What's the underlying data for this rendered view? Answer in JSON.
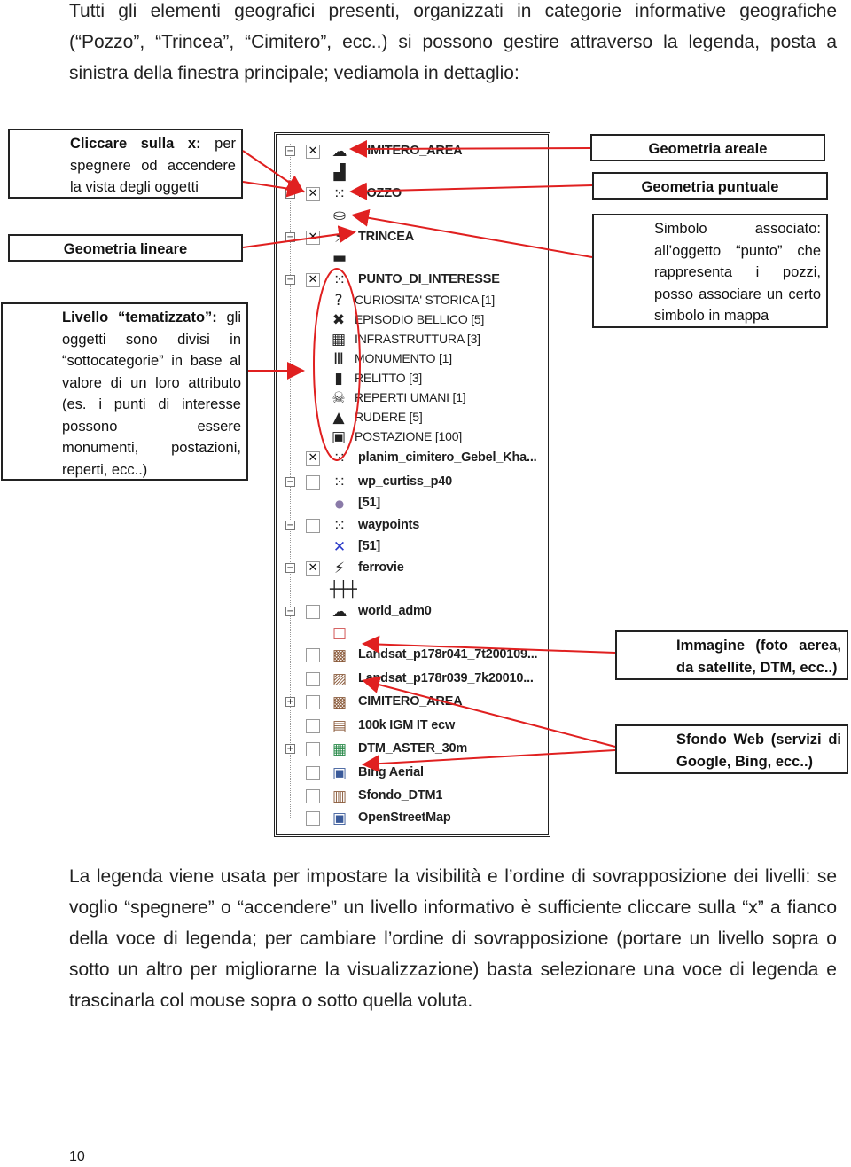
{
  "intro": "Tutti gli elementi geografici presenti, organizzati in categorie informative geografiche (“Pozzo”, “Trincea”, “Cimitero”, ecc..) si possono gestire attraverso la legenda, posta a sinistra della finestra principale; vediamola in dettaglio:",
  "callouts": {
    "toggle_bold": "Cliccare sulla x:",
    "toggle_rest": "per spegnere od accendere la vista degli oggetti",
    "linear": "Geometria lineare",
    "themed_bold": "Livello “tematizzato”:",
    "themed_rest": "gli oggetti sono divisi in “sottocategorie” in base al valore di un loro attributo (es. i punti di interesse possono essere monumenti, postazioni, reperti, ecc..)",
    "areal": "Geometria areale",
    "point": "Geometria puntuale",
    "symbol": "Simbolo associato: all’oggetto “punto” che rappresenta i pozzi, posso associare un certo simbolo in mappa",
    "image": "Immagine (foto aerea, da satellite, DTM, ecc..)",
    "web": "Sfondo Web (servizi di Google, Bing, ecc..)"
  },
  "legend": {
    "rows": [
      {
        "label": "CIMITERO_AREA",
        "icon": "polygon-icon",
        "glyph": "☁",
        "exp": "−",
        "chk": "✕",
        "sub": false
      },
      {
        "label": "",
        "icon": "area-symbol-icon",
        "glyph": "▟",
        "exp": "",
        "chk": "",
        "sub": false
      },
      {
        "label": "POZZO",
        "icon": "point-icon",
        "glyph": "⁙",
        "exp": "−",
        "chk": "✕",
        "sub": false
      },
      {
        "label": "",
        "icon": "well-symbol-icon",
        "glyph": "⛀",
        "exp": "",
        "chk": "",
        "sub": false
      },
      {
        "label": "TRINCEA",
        "icon": "line-icon",
        "glyph": "⚡",
        "exp": "−",
        "chk": "✕",
        "sub": false
      },
      {
        "label": "",
        "icon": "line-symbol-icon",
        "glyph": "▬",
        "exp": "",
        "chk": "",
        "sub": false
      },
      {
        "label": "PUNTO_DI_INTERESSE",
        "icon": "point-icon",
        "glyph": "⁙",
        "exp": "−",
        "chk": "✕",
        "sub": false
      },
      {
        "label": "CURIOSITA' STORICA [1]",
        "icon": "curiosity-icon",
        "glyph": "?",
        "exp": "",
        "chk": "",
        "sub": true
      },
      {
        "label": "EPISODIO BELLICO [5]",
        "icon": "battle-icon",
        "glyph": "✖",
        "exp": "",
        "chk": "",
        "sub": true
      },
      {
        "label": "INFRASTRUTTURA [3]",
        "icon": "building-icon",
        "glyph": "▦",
        "exp": "",
        "chk": "",
        "sub": true
      },
      {
        "label": "MONUMENTO [1]",
        "icon": "monument-icon",
        "glyph": "Ⅲ",
        "exp": "",
        "chk": "",
        "sub": true
      },
      {
        "label": "RELITTO [3]",
        "icon": "wreck-icon",
        "glyph": "▮",
        "exp": "",
        "chk": "",
        "sub": true
      },
      {
        "label": "REPERTI UMANI [1]",
        "icon": "remains-icon",
        "glyph": "☠",
        "exp": "",
        "chk": "",
        "sub": true
      },
      {
        "label": "RUDERE [5]",
        "icon": "ruin-icon",
        "glyph": "▲",
        "exp": "",
        "chk": "",
        "sub": true
      },
      {
        "label": "POSTAZIONE [100]",
        "icon": "position-icon",
        "glyph": "▣",
        "exp": "",
        "chk": "",
        "sub": true
      },
      {
        "label": "planim_cimitero_Gebel_Kha...",
        "icon": "point-icon",
        "glyph": "⁙",
        "exp": "",
        "chk": "✕",
        "sub": false
      },
      {
        "label": "wp_curtiss_p40",
        "icon": "point-icon",
        "glyph": "⁙",
        "exp": "−",
        "chk": "",
        "sub": false
      },
      {
        "label": "[51]",
        "icon": "circle-icon",
        "glyph": "●",
        "exp": "",
        "chk": "",
        "sub": false
      },
      {
        "label": "waypoints",
        "icon": "point-icon",
        "glyph": "⁙",
        "exp": "−",
        "chk": "",
        "sub": false
      },
      {
        "label": "[51]",
        "icon": "cross-icon",
        "glyph": "✕",
        "exp": "",
        "chk": "",
        "sub": false
      },
      {
        "label": "ferrovie",
        "icon": "line-icon",
        "glyph": "⚡",
        "exp": "−",
        "chk": "✕",
        "sub": false
      },
      {
        "label": "",
        "icon": "railway-icon",
        "glyph": "┼┼┼",
        "exp": "",
        "chk": "",
        "sub": false
      },
      {
        "label": "world_adm0",
        "icon": "polygon-icon",
        "glyph": "☁",
        "exp": "−",
        "chk": "",
        "sub": false
      },
      {
        "label": "",
        "icon": "empty-polygon-icon",
        "glyph": "□",
        "exp": "",
        "chk": "",
        "sub": false
      },
      {
        "label": "Landsat_p178r041_7t200109...",
        "icon": "raster-icon",
        "glyph": "▩",
        "exp": "",
        "chk": "",
        "sub": false
      },
      {
        "label": "Landsat_p178r039_7k20010...",
        "icon": "raster-icon",
        "glyph": "▨",
        "exp": "",
        "chk": "",
        "sub": false
      },
      {
        "label": "CIMITERO_AREA",
        "icon": "raster-icon",
        "glyph": "▩",
        "exp": "+",
        "chk": "",
        "sub": false
      },
      {
        "label": "100k IGM IT ecw",
        "icon": "raster-icon",
        "glyph": "▤",
        "exp": "",
        "chk": "",
        "sub": false
      },
      {
        "label": "DTM_ASTER_30m",
        "icon": "dtm-icon",
        "glyph": "▦",
        "exp": "+",
        "chk": "",
        "sub": false
      },
      {
        "label": "Bing Aerial",
        "icon": "web-map-icon",
        "glyph": "▣",
        "exp": "",
        "chk": "",
        "sub": false
      },
      {
        "label": "Sfondo_DTM1",
        "icon": "raster-icon",
        "glyph": "▥",
        "exp": "",
        "chk": "",
        "sub": false
      },
      {
        "label": "OpenStreetMap",
        "icon": "web-map-icon",
        "glyph": "▣",
        "exp": "",
        "chk": "",
        "sub": false
      }
    ]
  },
  "outro": "La legenda viene usata per impostare la visibilità e l’ordine di sovrapposizione dei livelli: se voglio “spegnere” o “accendere” un livello informativo è sufficiente cliccare sulla “x” a fianco della voce di legenda; per cambiare l’ordine di sovrapposizione (portare un livello sopra o sotto un altro per migliorarne la visualizzazione) basta selezionare una voce di legenda e trascinarla col mouse sopra o sotto quella voluta.",
  "page_number": "10",
  "colors": {
    "arrow": "#e02020",
    "text": "#222222",
    "frame": "#222222"
  }
}
